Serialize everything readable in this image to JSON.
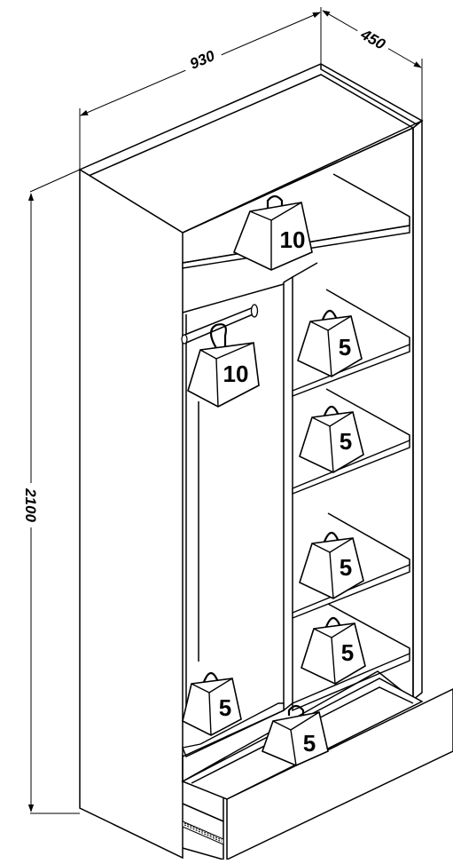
{
  "dimensions": {
    "width": "930",
    "depth": "450",
    "height": "2100"
  },
  "load_weights": {
    "top_compartment": "10",
    "hanging_rail": "10",
    "right_shelf_1": "5",
    "right_shelf_2": "5",
    "right_shelf_3": "5",
    "right_shelf_4": "5",
    "left_bottom": "5",
    "drawer": "5"
  }
}
